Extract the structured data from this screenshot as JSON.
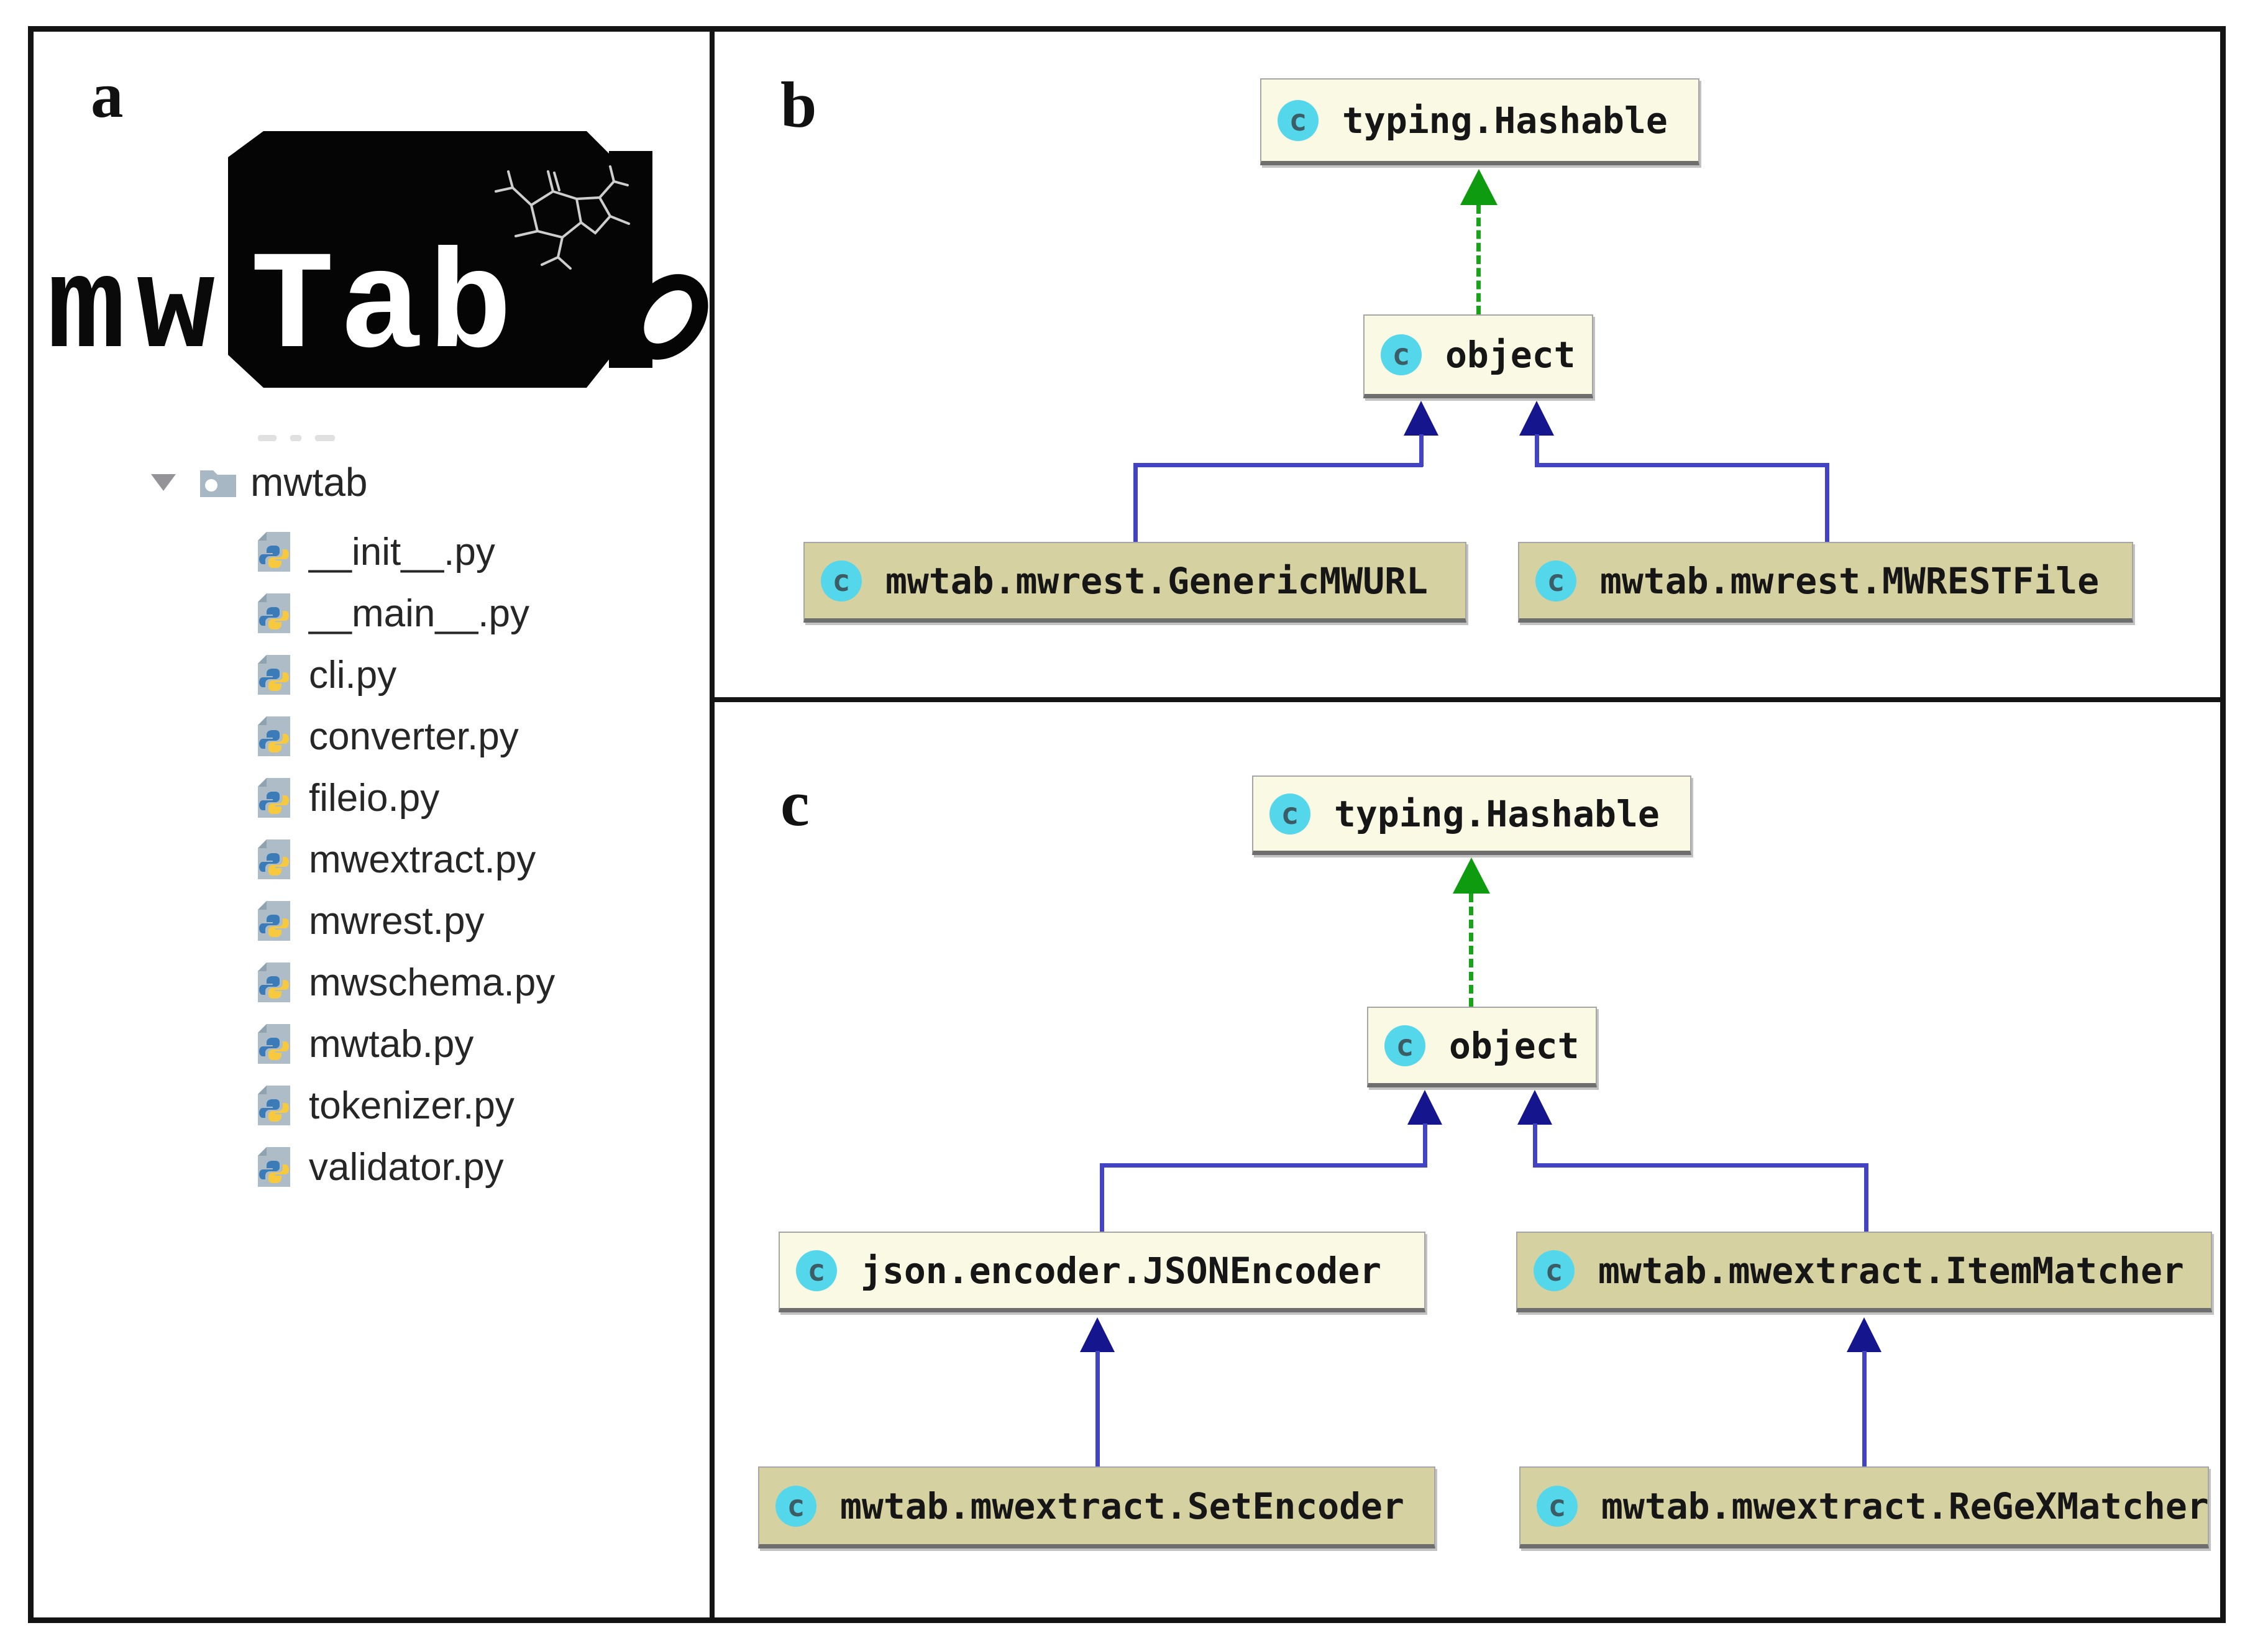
{
  "figure": {
    "panel_a_label": "a",
    "panel_b_label": "b",
    "panel_c_label": "c"
  },
  "logo": {
    "prefix": "mw",
    "suffix": "Tab"
  },
  "file_tree": {
    "root_folder": "mwtab",
    "files": [
      "__init__.py",
      "__main__.py",
      "cli.py",
      "converter.py",
      "fileio.py",
      "mwextract.py",
      "mwrest.py",
      "mwschema.py",
      "mwtab.py",
      "tokenizer.py",
      "validator.py"
    ]
  },
  "class_diagram": {
    "icon_letter": "c",
    "b": {
      "hashable": "typing.Hashable",
      "object": "object",
      "child_left": "mwtab.mwrest.GenericMWURL",
      "child_right": "mwtab.mwrest.MWRESTFile"
    },
    "c": {
      "hashable": "typing.Hashable",
      "object": "object",
      "mid_left": "json.encoder.JSONEncoder",
      "mid_right": "mwtab.mwextract.ItemMatcher",
      "bottom_left": "mwtab.mwextract.SetEncoder",
      "bottom_right": "mwtab.mwextract.ReGeXMatcher"
    }
  },
  "colors": {
    "node_cream": "#faf9e4",
    "node_khaki": "#d5d1a1",
    "class_icon_cyan": "#55d7eb",
    "inherit_line_blue": "#4343c6",
    "inherit_arrow_navy": "#15158d",
    "realize_arrow_green": "#0f9b0f",
    "python_blue": "#3b7cb8",
    "python_yellow": "#f7c93e",
    "tree_icon_gray": "#a9bac6"
  }
}
